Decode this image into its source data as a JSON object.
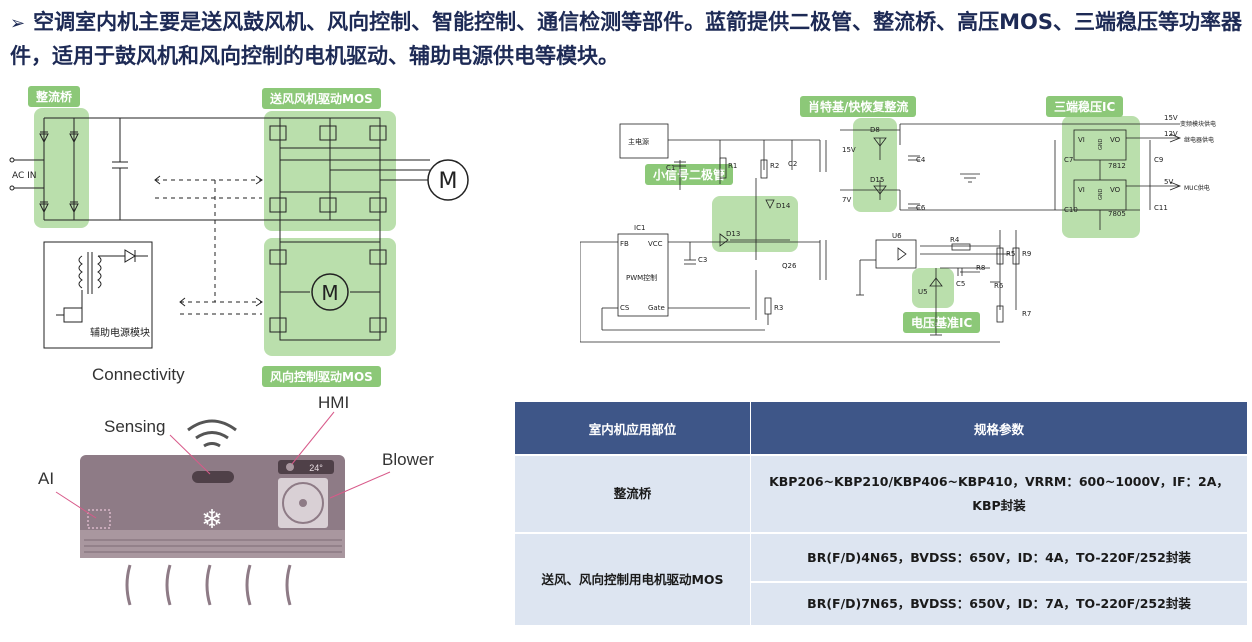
{
  "headline": {
    "bullet": "➢",
    "text": "空调室内机主要是送风鼓风机、风向控制、智能控制、通信检测等部件。蓝箭提供二极管、整流桥、高压MOS、三端稳压等功率器件，适用于鼓风机和风向控制的电机驱动、辅助电源供电等模块。"
  },
  "left_circuit": {
    "tag_bridge": "整流桥",
    "tag_blower_mos": "送风风机驱动MOS",
    "tag_dir_mos": "风向控制驱动MOS",
    "ac_in": "AC IN",
    "motor": "M",
    "aux_label": "辅助电源模块"
  },
  "right_circuit": {
    "tag_schottky": "肖特基/快恢复整流",
    "tag_regulator": "三端稳压IC",
    "tag_small_diode": "小信号二极管",
    "tag_vref": "电压基准IC",
    "main_power": "主电源",
    "ic1": "IC1",
    "pwm": "PWM控制",
    "fb": "FB",
    "vcc": "VCC",
    "cs": "CS",
    "gate": "Gate",
    "v15": "15V",
    "v7": "7V",
    "out15": "15V",
    "out15_desc": "变频模块供电",
    "out12": "12V",
    "out12_desc": "继电器供电",
    "out5": "5V",
    "out5_desc": "MUC供电",
    "reg1": "7812",
    "reg2": "7805",
    "vi": "VI",
    "vo": "VO",
    "gnd": "GND",
    "parts": {
      "c1": "C1",
      "c2": "C2",
      "c3": "C3",
      "c4": "C4",
      "c5": "C5",
      "c6": "C6",
      "c7": "C7",
      "c9": "C9",
      "c10": "C10",
      "c11": "C11",
      "r1": "R1",
      "r2": "R2",
      "r3": "R3",
      "r4": "R4",
      "r5": "R5",
      "r6": "R6",
      "r7": "R7",
      "r8": "R8",
      "r9": "R9",
      "d8": "D8",
      "d13": "D13",
      "d14": "D14",
      "d15": "D15",
      "q26": "Q26",
      "u5": "U5",
      "u6": "U6"
    }
  },
  "ac_scene": {
    "connectivity": "Connectivity",
    "sensing": "Sensing",
    "hmi": "HMI",
    "blower": "Blower",
    "ai": "AI",
    "temp": "24°",
    "snow": "❄"
  },
  "table": {
    "headers": [
      "室内机应用部位",
      "规格参数"
    ],
    "rows": [
      {
        "part": "整流桥",
        "specs": [
          "KBP206~KBP210/KBP406~KBP410，VRRM：600~1000V，IF：2A，",
          "KBP封装"
        ]
      },
      {
        "part": "送风、风向控制用电机驱动MOS",
        "specs": [
          "BR(F/D)4N65，BVDSS：650V，ID：4A，TO-220F/252封装"
        ]
      },
      {
        "part": "",
        "specs": [
          "BR(F/D)7N65，BVDSS：650V，ID：7A，TO-220F/252封装"
        ]
      }
    ]
  },
  "colors": {
    "headline": "#1d2a55",
    "green": "#8cc878",
    "table_header": "#3e5688",
    "table_cell": "#dde5f1",
    "ac_body": "#8e7b86"
  }
}
